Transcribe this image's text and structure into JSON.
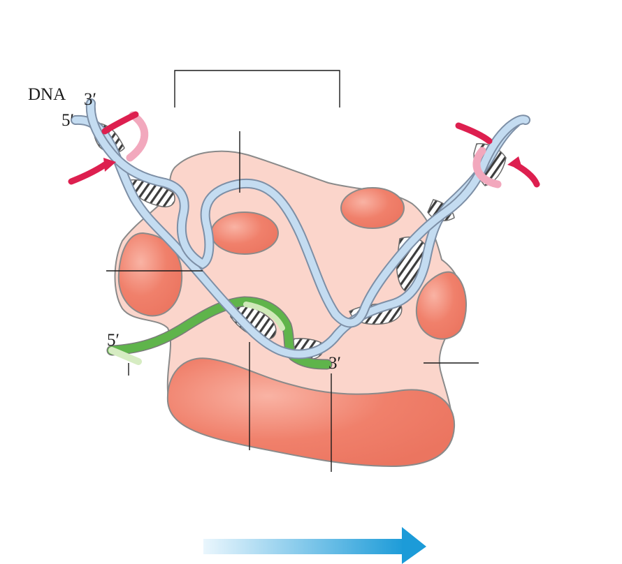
{
  "labels": {
    "dna": "DNA",
    "upstream_3prime": "3′",
    "upstream_5prime": "5′",
    "rna_5prime": "5′",
    "rna_3prime": "3′"
  },
  "colors": {
    "enzyme_body": "#fbd5cb",
    "enzyme_lobe": "#f07f6b",
    "dna_strand": "#c4dcf1",
    "rna_strand": "#5fb44b",
    "supercoil": "#dd1f4f",
    "direction_arrow": "#1c9bd8",
    "label_line": "#1a1a1a"
  },
  "icons": {
    "direction": "arrow-right-icon",
    "supercoil_left": "rotation-arrow-icon",
    "supercoil_right": "rotation-arrow-icon"
  }
}
